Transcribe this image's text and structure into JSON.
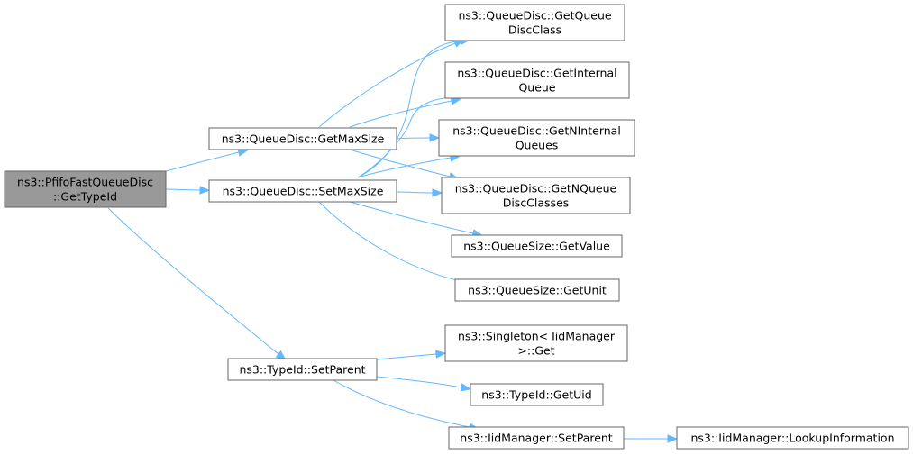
{
  "graph": {
    "nodes": [
      {
        "id": "root",
        "lines": [
          "ns3::PfifoFastQueueDisc",
          "::GetTypeId"
        ],
        "root": true
      },
      {
        "id": "getmax",
        "lines": [
          "ns3::QueueDisc::GetMaxSize"
        ]
      },
      {
        "id": "setmax",
        "lines": [
          "ns3::QueueDisc::SetMaxSize"
        ]
      },
      {
        "id": "typeid_setparent",
        "lines": [
          "ns3::TypeId::SetParent"
        ]
      },
      {
        "id": "getqueueclass",
        "lines": [
          "ns3::QueueDisc::GetQueue",
          "DiscClass"
        ]
      },
      {
        "id": "getinternal",
        "lines": [
          "ns3::QueueDisc::GetInternal",
          "Queue"
        ]
      },
      {
        "id": "getninternal",
        "lines": [
          "ns3::QueueDisc::GetNInternal",
          "Queues"
        ]
      },
      {
        "id": "getnqueue",
        "lines": [
          "ns3::QueueDisc::GetNQueue",
          "DiscClasses"
        ]
      },
      {
        "id": "getvalue",
        "lines": [
          "ns3::QueueSize::GetValue"
        ]
      },
      {
        "id": "getunit",
        "lines": [
          "ns3::QueueSize::GetUnit"
        ]
      },
      {
        "id": "singleton",
        "lines": [
          "ns3::Singleton< IidManager",
          ">::Get"
        ]
      },
      {
        "id": "getuid",
        "lines": [
          "ns3::TypeId::GetUid"
        ]
      },
      {
        "id": "iid_setparent",
        "lines": [
          "ns3::IidManager::SetParent"
        ]
      },
      {
        "id": "lookup",
        "lines": [
          "ns3::IidManager::LookupInformation"
        ]
      }
    ],
    "edges": [
      [
        "root",
        "getmax"
      ],
      [
        "root",
        "setmax"
      ],
      [
        "root",
        "typeid_setparent"
      ],
      [
        "getmax",
        "getqueueclass"
      ],
      [
        "getmax",
        "getinternal"
      ],
      [
        "getmax",
        "getninternal"
      ],
      [
        "getmax",
        "getnqueue"
      ],
      [
        "setmax",
        "getqueueclass"
      ],
      [
        "setmax",
        "getinternal"
      ],
      [
        "setmax",
        "getninternal"
      ],
      [
        "setmax",
        "getnqueue"
      ],
      [
        "setmax",
        "getvalue"
      ],
      [
        "setmax",
        "getunit"
      ],
      [
        "typeid_setparent",
        "singleton"
      ],
      [
        "typeid_setparent",
        "getuid"
      ],
      [
        "typeid_setparent",
        "iid_setparent"
      ],
      [
        "iid_setparent",
        "lookup"
      ]
    ]
  }
}
